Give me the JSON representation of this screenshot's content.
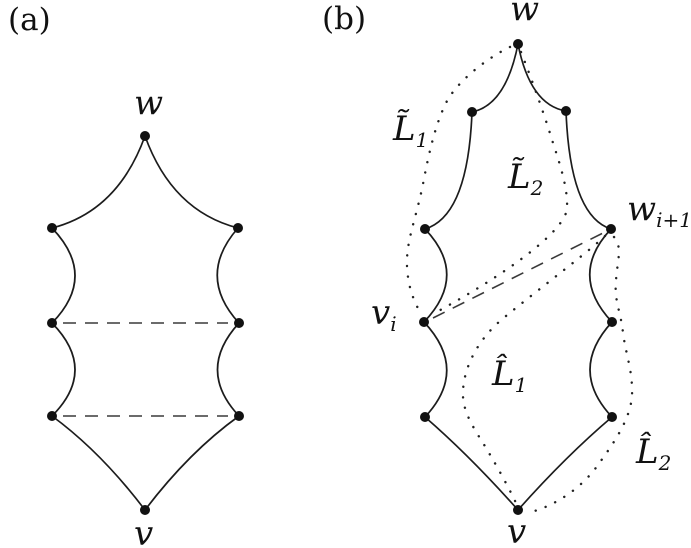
{
  "colors": {
    "ink": "#111111",
    "background": "#ffffff"
  },
  "panel_a": {
    "label": "(a)",
    "top_vertex_label": "w",
    "bottom_vertex_label": "v"
  },
  "panel_b": {
    "label": "(b)",
    "top_vertex_label": "w",
    "bottom_vertex_label": "v",
    "left_vertex": {
      "base": "v",
      "sub": "i"
    },
    "right_vertex": {
      "base": "w",
      "sub": "i+1"
    },
    "path_labels": {
      "tilde_L1": {
        "base": "L̃",
        "sub": "1"
      },
      "tilde_L2": {
        "base": "L̃",
        "sub": "2"
      },
      "hat_L1": {
        "base": "L̂",
        "sub": "1"
      },
      "hat_L2": {
        "base": "L̂",
        "sub": "2"
      }
    }
  }
}
